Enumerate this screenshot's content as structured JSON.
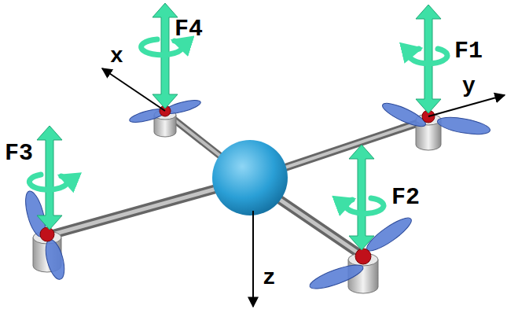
{
  "diagram": {
    "labels": [
      "F4",
      "x",
      "F1",
      "y",
      "F3",
      "F2",
      "z"
    ]
  }
}
